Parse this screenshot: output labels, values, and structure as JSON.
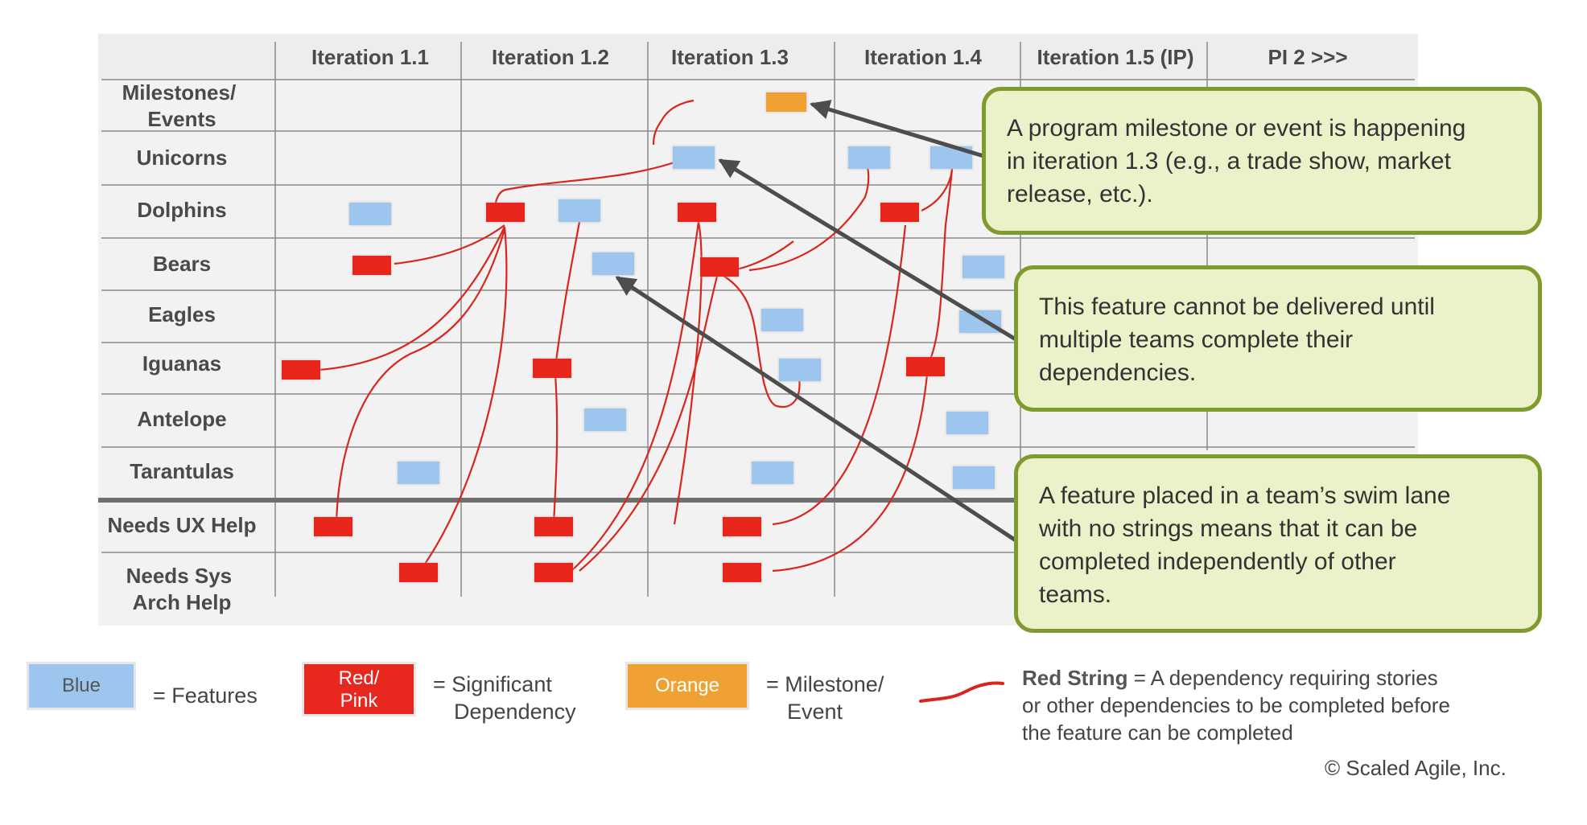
{
  "colors": {
    "feature": "#9cc6ee",
    "dependency": "#e8271f",
    "milestone": "#f0a133",
    "string": "#d9261c",
    "arrow": "#4d4d4d",
    "callout_fill": "#ebf1c9",
    "callout_border": "#7f9a2d"
  },
  "board": {
    "columns": [
      "Iteration 1.1",
      "Iteration 1.2",
      "Iteration 1.3",
      "Iteration 1.4",
      "Iteration 1.5 (IP)",
      "PI 2 >>>"
    ],
    "rows": [
      [
        "Milestones/",
        "Events"
      ],
      [
        "Unicorns"
      ],
      [
        "Dolphins"
      ],
      [
        "Bears"
      ],
      [
        "Eagles"
      ],
      [
        "Iguanas"
      ],
      [
        "Antelope"
      ],
      [
        "Tarantulas"
      ],
      [
        "Needs UX Help"
      ],
      [
        "Needs Sys",
        "Arch Help"
      ]
    ]
  },
  "callouts": [
    {
      "lines": [
        "A program milestone or event is happening",
        "in iteration 1.3 (e.g., a trade show, market",
        "release, etc.)."
      ]
    },
    {
      "lines": [
        "This feature cannot be delivered until",
        "multiple teams complete their",
        "dependencies."
      ]
    },
    {
      "lines": [
        "A feature placed in a team’s swim lane",
        "with no strings means that it can be",
        "completed independently of other",
        "teams."
      ]
    }
  ],
  "legend": {
    "feature_box": "Blue",
    "feature_text": "= Features",
    "dependency_box": [
      "Red/",
      "Pink"
    ],
    "dependency_text": [
      "= Significant",
      "Dependency"
    ],
    "milestone_box": "Orange",
    "milestone_text": [
      "= Milestone/",
      "Event"
    ],
    "string_title": "Red String",
    "string_text": [
      "= A dependency requiring stories",
      "or other dependencies to be completed before",
      "the feature can be completed"
    ]
  },
  "copyright": "© Scaled Agile, Inc."
}
